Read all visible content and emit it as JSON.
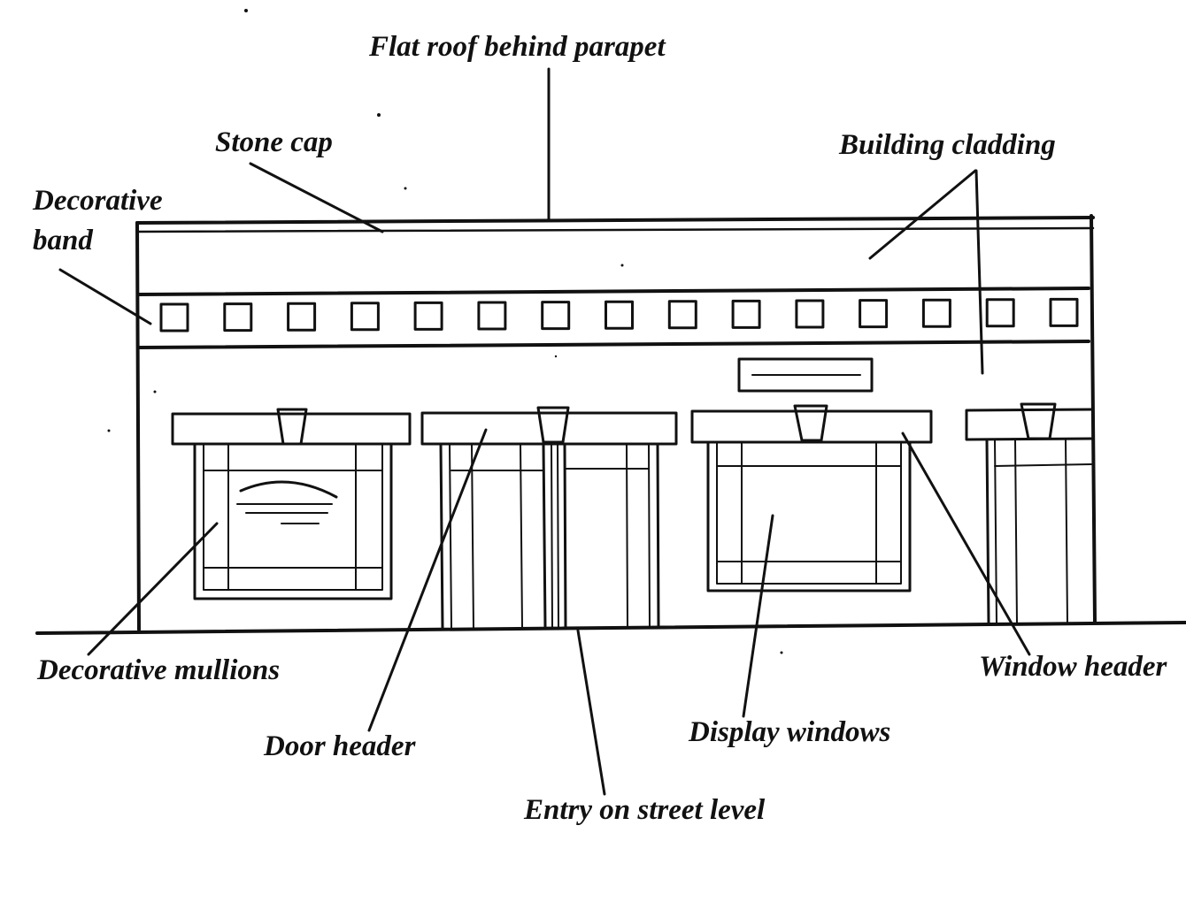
{
  "diagram": {
    "labels": {
      "flat_roof": "Flat roof behind parapet",
      "stone_cap": "Stone cap",
      "building_cladding": "Building cladding",
      "decorative_band_line1": "Decorative",
      "decorative_band_line2": "band",
      "decorative_mullions": "Decorative mullions",
      "door_header": "Door header",
      "entry": "Entry on street level",
      "display_windows": "Display windows",
      "window_header": "Window header"
    },
    "band_square_count": 15,
    "ink_color": "#111111"
  }
}
